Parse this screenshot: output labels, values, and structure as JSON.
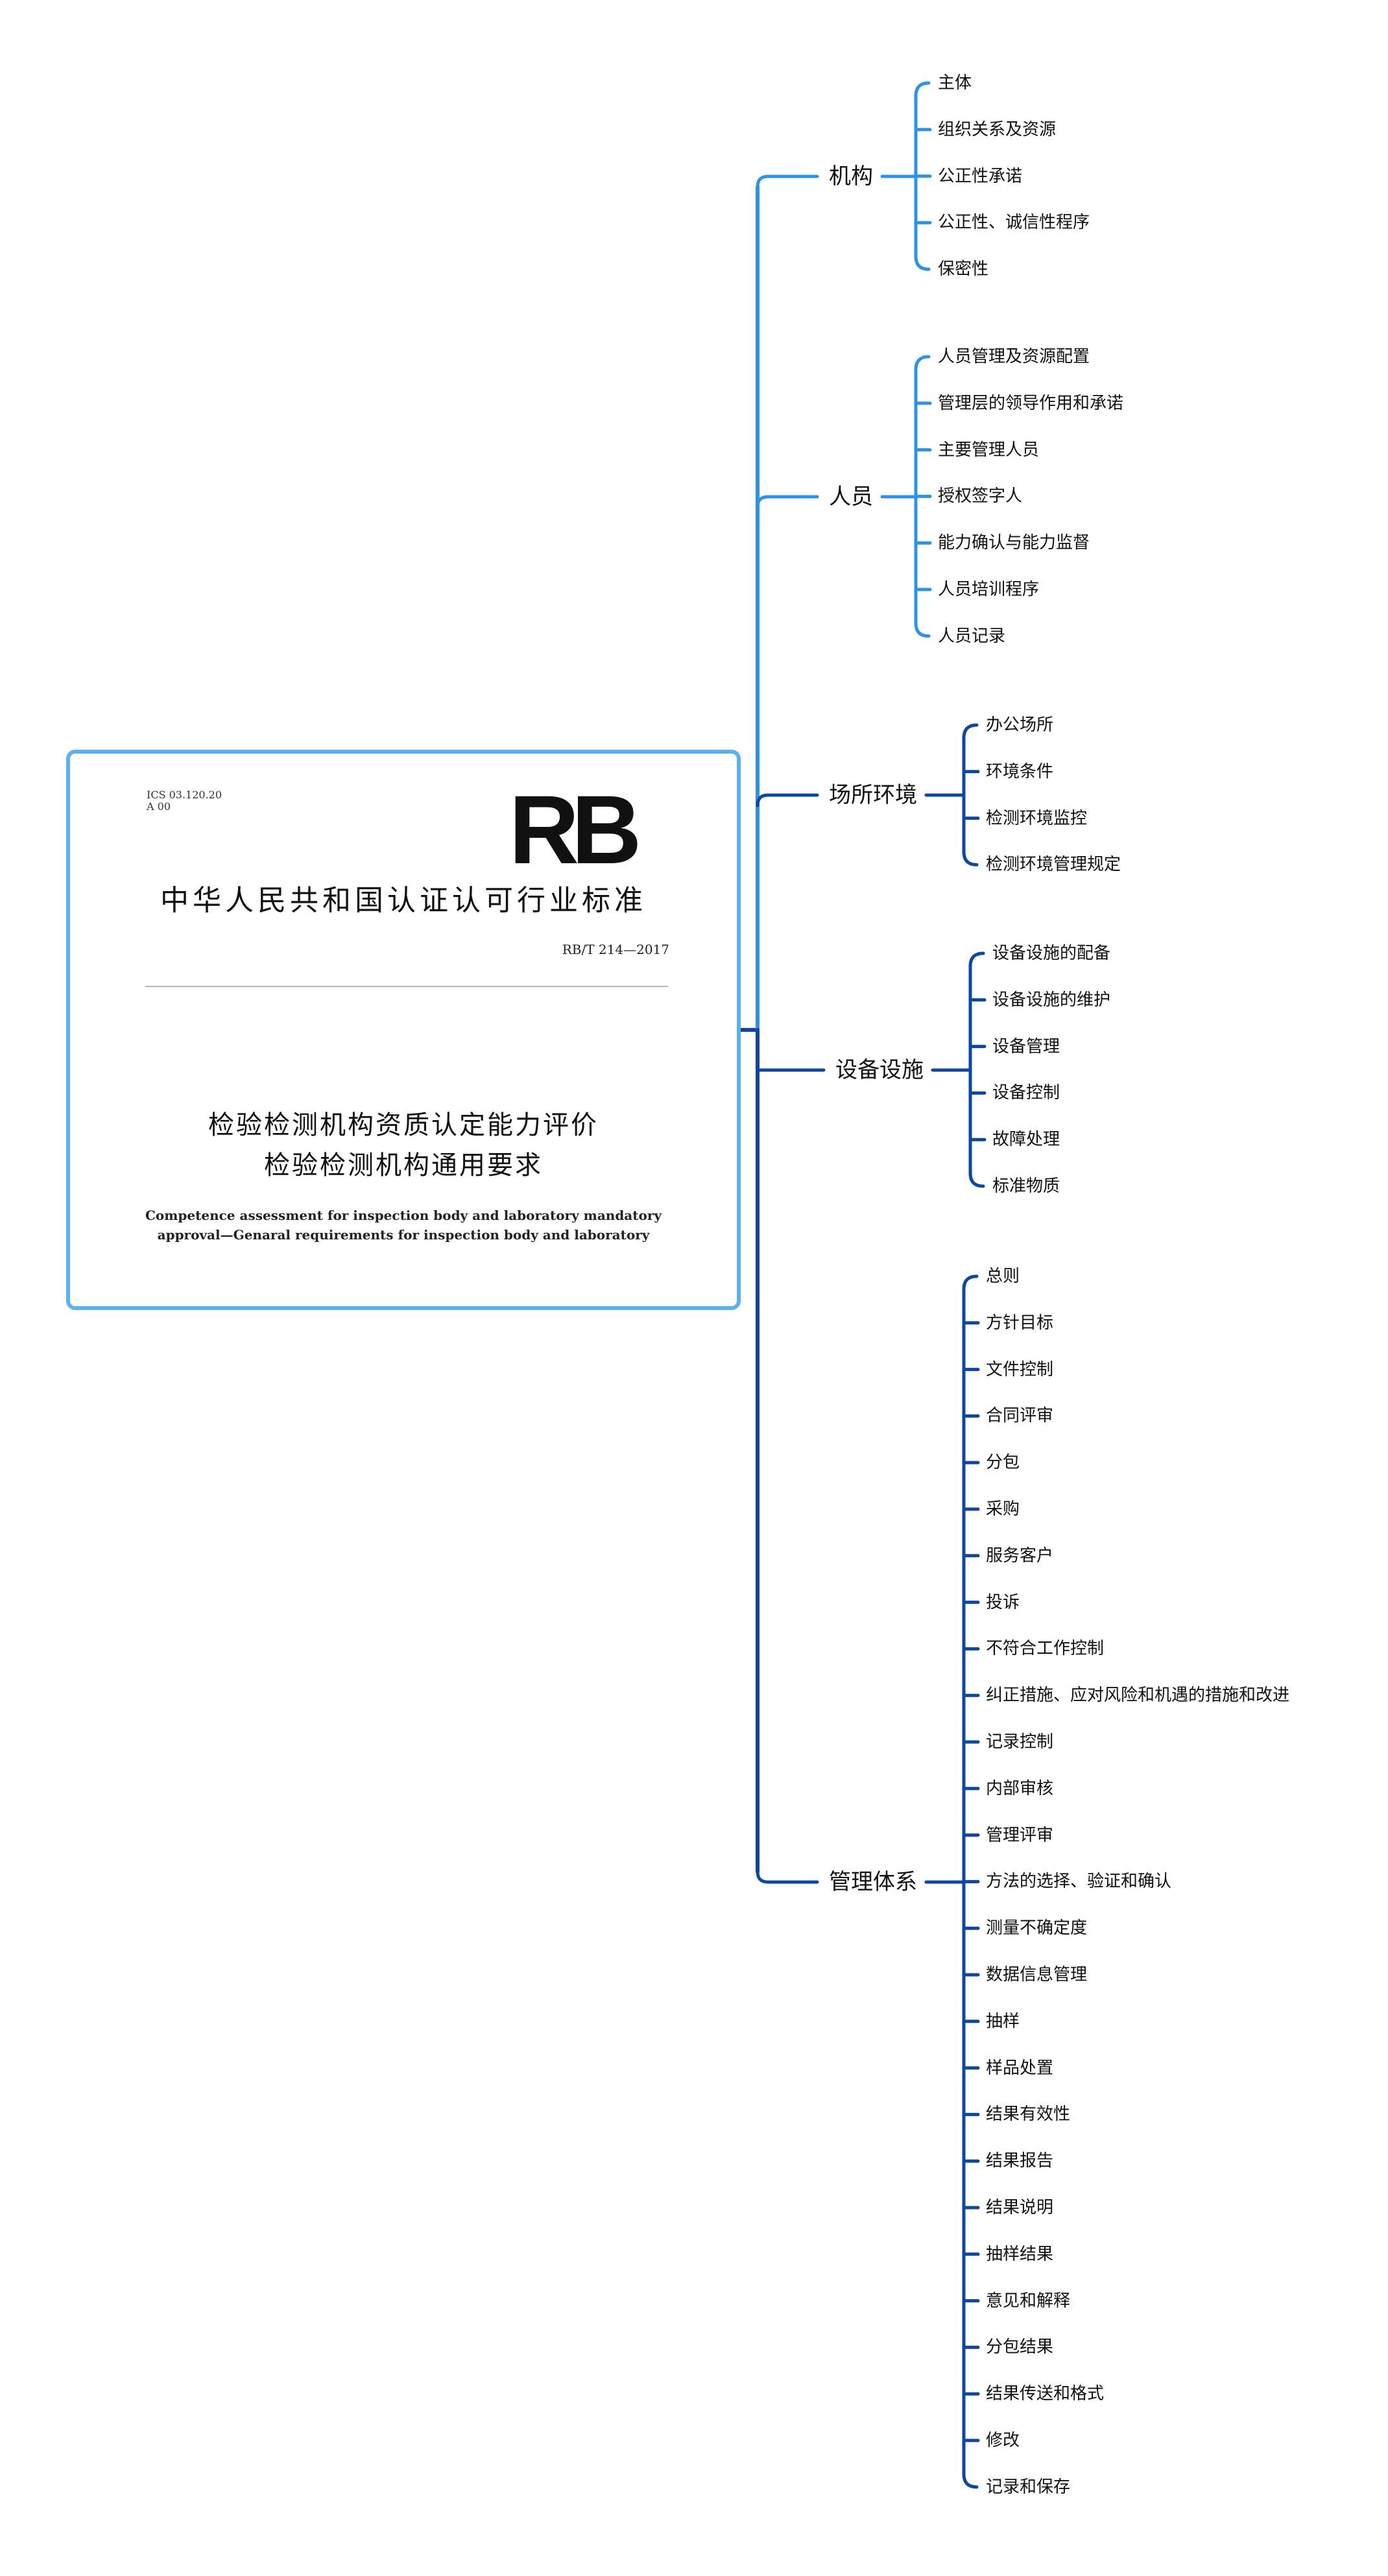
{
  "cover": {
    "ics": "ICS 03.120.20",
    "ics_code": "A 00",
    "logo": "RB",
    "standard_title": "中华人民共和国认证认可行业标准",
    "standard_number": "RB/T 214—2017",
    "document_title_line1": "检验检测机构资质认定能力评价",
    "document_title_line2": "检验检测机构通用要求",
    "english_line1": "Competence assessment for inspection body and laboratory mandatory",
    "english_line2": "approval—Genaral requirements for inspection body and laboratory"
  },
  "colors": {
    "cover_border": "#5bb1eb",
    "connector_light": "#2e93e6",
    "connector_dark": "#0d47a1"
  },
  "branches": [
    {
      "label": "机构",
      "items": [
        "主体",
        "组织关系及资源",
        "公正性承诺",
        "公正性、诚信性程序",
        "保密性"
      ]
    },
    {
      "label": "人员",
      "items": [
        "人员管理及资源配置",
        "管理层的领导作用和承诺",
        "主要管理人员",
        "授权签字人",
        "能力确认与能力监督",
        "人员培训程序",
        "人员记录"
      ]
    },
    {
      "label": "场所环境",
      "items": [
        "办公场所",
        "环境条件",
        "检测环境监控",
        "检测环境管理规定"
      ]
    },
    {
      "label": "设备设施",
      "items": [
        "设备设施的配备",
        "设备设施的维护",
        "设备管理",
        "设备控制",
        "故障处理",
        "标准物质"
      ]
    },
    {
      "label": "管理体系",
      "items": [
        "总则",
        "方针目标",
        "文件控制",
        "合同评审",
        "分包",
        "采购",
        "服务客户",
        "投诉",
        "不符合工作控制",
        "纠正措施、应对风险和机遇的措施和改进",
        "记录控制",
        "内部审核",
        "管理评审",
        "方法的选择、验证和确认",
        "测量不确定度",
        "数据信息管理",
        "抽样",
        "样品处置",
        "结果有效性",
        "结果报告",
        "结果说明",
        "抽样结果",
        "意见和解释",
        "分包结果",
        "结果传送和格式",
        "修改",
        "记录和保存"
      ]
    }
  ]
}
